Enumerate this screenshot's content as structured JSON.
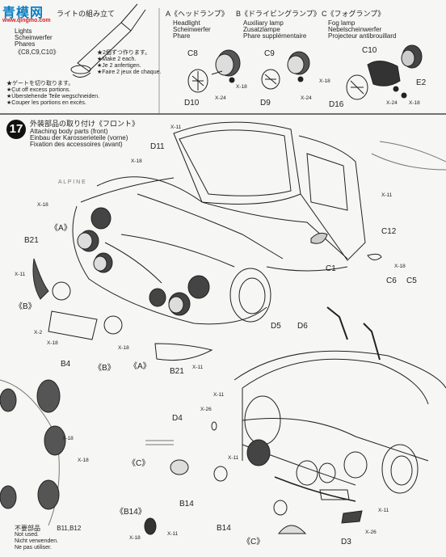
{
  "logo": {
    "main": "青模网",
    "sub": "www.qingmo.com"
  },
  "top_note": {
    "jp": "ライトの組み立て",
    "en1": "Lights",
    "de": "Scheinwerfer",
    "fr": "Phares",
    "parts": "《C8,C9,C10》"
  },
  "notes": {
    "make2_jp": "★2個ずつ作ります。",
    "make2_en": "★Make 2 each.",
    "make2_de": "★Je 2 anfertigen.",
    "make2_fr": "★Faire 2 jeux de chaque.",
    "cut_jp": "★ゲートを切り取ります。",
    "cut_en": "★Cut off excess portions.",
    "cut_de": "★Überstehende Teile wegschneiden.",
    "cut_fr": "★Couper les portions en excès."
  },
  "lamp_a": {
    "title": "A《ヘッドランプ》",
    "en": "Headlight",
    "de": "Scheinwerfer",
    "fr": "Phare"
  },
  "lamp_b": {
    "title": "B《ドライビングランプ》",
    "en": "Auxiliary lamp",
    "de": "Zusatzlampe",
    "fr": "Phare supplémentaire"
  },
  "lamp_c": {
    "title": "C《フォグランプ》",
    "en": "Fog lamp",
    "de": "Nebelscheinwerfer",
    "fr": "Projecteur antibrouillard"
  },
  "top_parts": {
    "c8": "C8",
    "c9": "C9",
    "c10": "C10",
    "d10": "D10",
    "d9": "D9",
    "d16": "D16",
    "e2": "E2",
    "x18": "X-18",
    "x24": "X-24"
  },
  "step": {
    "number": "17",
    "jp": "外装部品の取り付け《フロント》",
    "en": "Attaching body parts (front)",
    "de": "Einbau der Karosserieteile (vorne)",
    "fr": "Fixation des accessoires (avant)"
  },
  "labels": {
    "d11": "D11",
    "x11": "X-11",
    "x18": "X-18",
    "x26": "X-26",
    "x2": "X-2",
    "a": "《A》",
    "b": "《B》",
    "c": "《C》",
    "b14p": "《B14》",
    "b21": "B21",
    "b4": "B4",
    "b14": "B14",
    "c1": "C1",
    "c12": "C12",
    "c6": "C6",
    "c5": "C5",
    "d5": "D5",
    "d6": "D6",
    "d4": "D4",
    "d3": "D3",
    "alpine": "A L P I N E"
  },
  "unused": {
    "jp": "不要部品",
    "parts": "B11,B12",
    "en": "Not used.",
    "de": "Nicht verwenden.",
    "fr": "Ne pas utiliser."
  }
}
